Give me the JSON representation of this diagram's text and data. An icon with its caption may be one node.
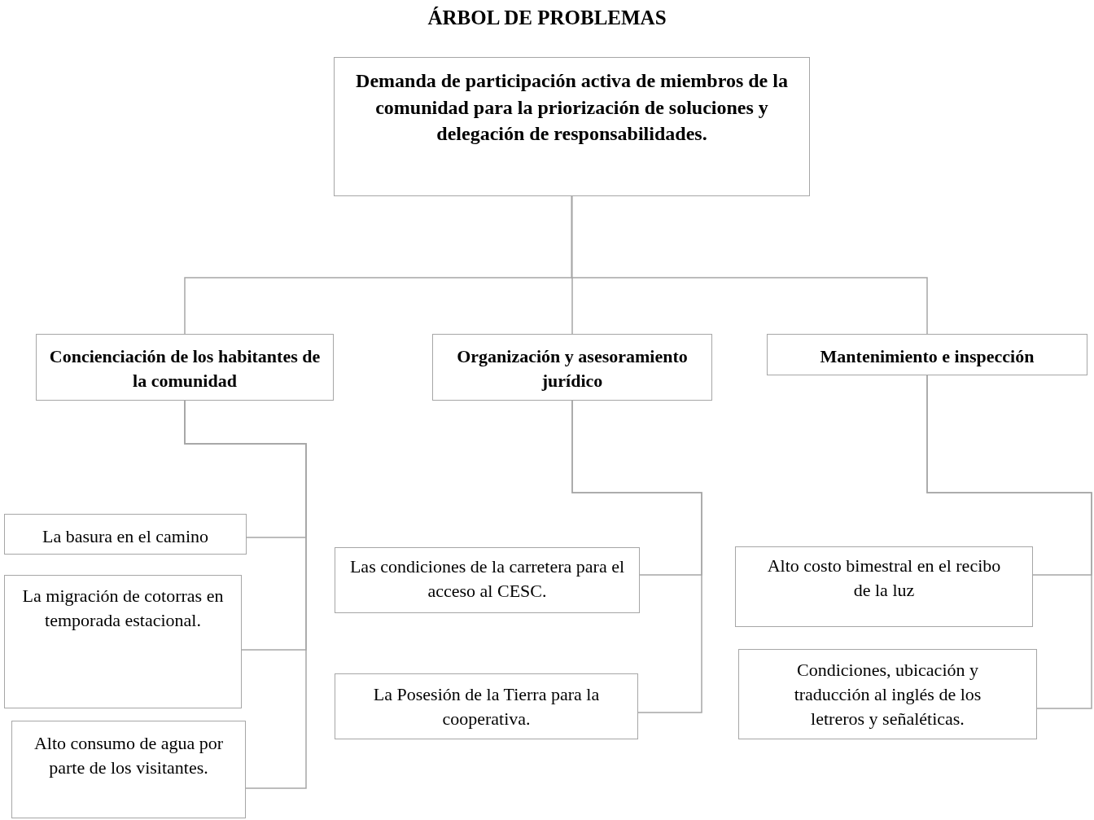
{
  "diagram": {
    "title": "ÁRBOL DE PROBLEMAS",
    "nodes": [
      {
        "text": [
          "Demanda de participación activa de miembros de la comunidad para la priorización de soluciones y delegación de responsabilidades."
        ]
      },
      {
        "text": [
          "Concienciación de los habitantes de la comunidad"
        ]
      },
      {
        "text": [
          "Organización y asesoramiento jurídico"
        ]
      },
      {
        "text": [
          "Mantenimiento e inspección"
        ]
      },
      {
        "text": [
          "La basura en el camino"
        ]
      },
      {
        "text": [
          "La migración de cotorras en temporada estacional."
        ]
      },
      {
        "text": [
          "Alto consumo de agua por parte de los visitantes."
        ]
      },
      {
        "text": [
          "Las condiciones de la carretera para el acceso al CESC."
        ]
      },
      {
        "text": [
          "La Posesión de la Tierra para la cooperativa."
        ]
      },
      {
        "text": [
          "Alto costo bimestral en el recibo de la luz"
        ]
      },
      {
        "text": [
          "Condiciones, ubicación y traducción al inglés de los letreros y señaléticas."
        ]
      }
    ],
    "edges": [
      {
        "from": 0,
        "to": 1,
        "arrow": "none"
      },
      {
        "from": 0,
        "to": 2,
        "arrow": "none"
      },
      {
        "from": 0,
        "to": 3,
        "arrow": "none"
      },
      {
        "from": 1,
        "to": 4,
        "arrow": "none"
      },
      {
        "from": 1,
        "to": 5,
        "arrow": "none"
      },
      {
        "from": 1,
        "to": 6,
        "arrow": "none"
      },
      {
        "from": 2,
        "to": 7,
        "arrow": "none"
      },
      {
        "from": 2,
        "to": 8,
        "arrow": "none"
      },
      {
        "from": 3,
        "to": 9,
        "arrow": "none"
      },
      {
        "from": 3,
        "to": 10,
        "arrow": "none"
      }
    ]
  }
}
